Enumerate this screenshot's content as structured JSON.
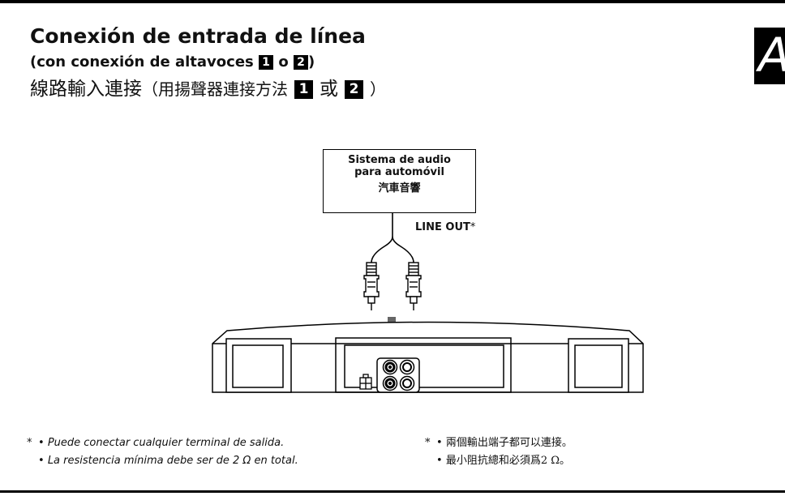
{
  "section_tab": "A",
  "title": {
    "es_line1": "Conexión de entrada de línea",
    "es_line2_prefix": "(con conexión de altavoces",
    "es_line2_or": "o",
    "es_line2_suffix": ")",
    "zh_main": "線路輸入連接",
    "zh_paren_open": "（用揚聲器連接方法",
    "zh_or": "或",
    "zh_paren_close": "）",
    "num1": "1",
    "num2": "2"
  },
  "diagram": {
    "source_line1": "Sistema de audio",
    "source_line2": "para automóvil",
    "source_line3": "汽車音響",
    "output_label": "LINE OUT",
    "output_asterisk": "*"
  },
  "notes": {
    "asterisk": "*",
    "bullet": "•",
    "es": [
      "Puede conectar cualquier terminal de salida.",
      "La resistencia mínima debe ser de 2 Ω en total."
    ],
    "zh": [
      "兩個輸出端子都可以連接。",
      "最小阻抗總和必須爲2 Ω。"
    ]
  }
}
